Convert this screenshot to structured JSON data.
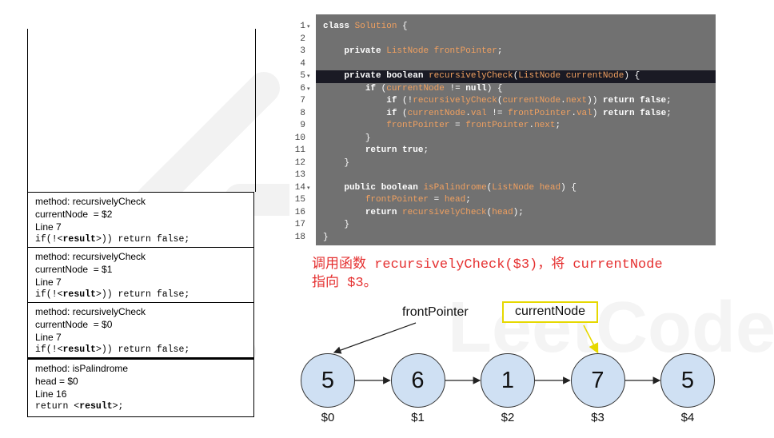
{
  "stack_frames": [
    {
      "method": "method: recursivelyCheck",
      "var": "currentNode  = $2",
      "line": "Line 7",
      "stmt_pre": "if(!<",
      "stmt_bold": "result",
      "stmt_post": ">)) return false;"
    },
    {
      "method": "method: recursivelyCheck",
      "var": "currentNode  = $1",
      "line": "Line 7",
      "stmt_pre": "if(!<",
      "stmt_bold": "result",
      "stmt_post": ">)) return false;"
    },
    {
      "method": "method: recursivelyCheck",
      "var": "currentNode  = $0",
      "line": "Line 7",
      "stmt_pre": "if(!<",
      "stmt_bold": "result",
      "stmt_post": ">)) return false;"
    },
    {
      "method": "method: isPalindrome",
      "var": "head = $0",
      "line": "Line 16",
      "stmt_pre": "return <",
      "stmt_bold": "result",
      "stmt_post": ">;"
    }
  ],
  "code": {
    "highlighted_line": 5,
    "line_numbers": [
      "1",
      "2",
      "3",
      "4",
      "5",
      "6",
      "7",
      "8",
      "9",
      "10",
      "11",
      "12",
      "13",
      "14",
      "15",
      "16",
      "17",
      "18"
    ],
    "foldable_lines": [
      1,
      5,
      6,
      14
    ],
    "lines": [
      "class Solution {",
      "",
      "    private ListNode frontPointer;",
      "",
      "    private boolean recursivelyCheck(ListNode currentNode) {",
      "        if (currentNode != null) {",
      "            if (!recursivelyCheck(currentNode.next)) return false;",
      "            if (currentNode.val != frontPointer.val) return false;",
      "            frontPointer = frontPointer.next;",
      "        }",
      "        return true;",
      "    }",
      "",
      "    public boolean isPalindrome(ListNode head) {",
      "        frontPointer = head;",
      "        return recursivelyCheck(head);",
      "    }",
      "}"
    ]
  },
  "caption": {
    "line1": "调用函数 recursivelyCheck($3)，将 currentNode",
    "line2": "指向 $3。"
  },
  "list": {
    "nodes": [
      {
        "value": "5",
        "addr": "$0"
      },
      {
        "value": "6",
        "addr": "$1"
      },
      {
        "value": "1",
        "addr": "$2"
      },
      {
        "value": "7",
        "addr": "$3"
      },
      {
        "value": "5",
        "addr": "$4"
      }
    ],
    "front_pointer_label": "frontPointer",
    "current_node_label": "currentNode",
    "front_pointer_index": 0,
    "current_node_index": 3
  },
  "colors": {
    "node_fill": "#cfe0f3",
    "current_box_border": "#e6d800",
    "caption": "#e53030",
    "editor_bg": "#717171",
    "editor_highlight": "#1a1a24"
  }
}
